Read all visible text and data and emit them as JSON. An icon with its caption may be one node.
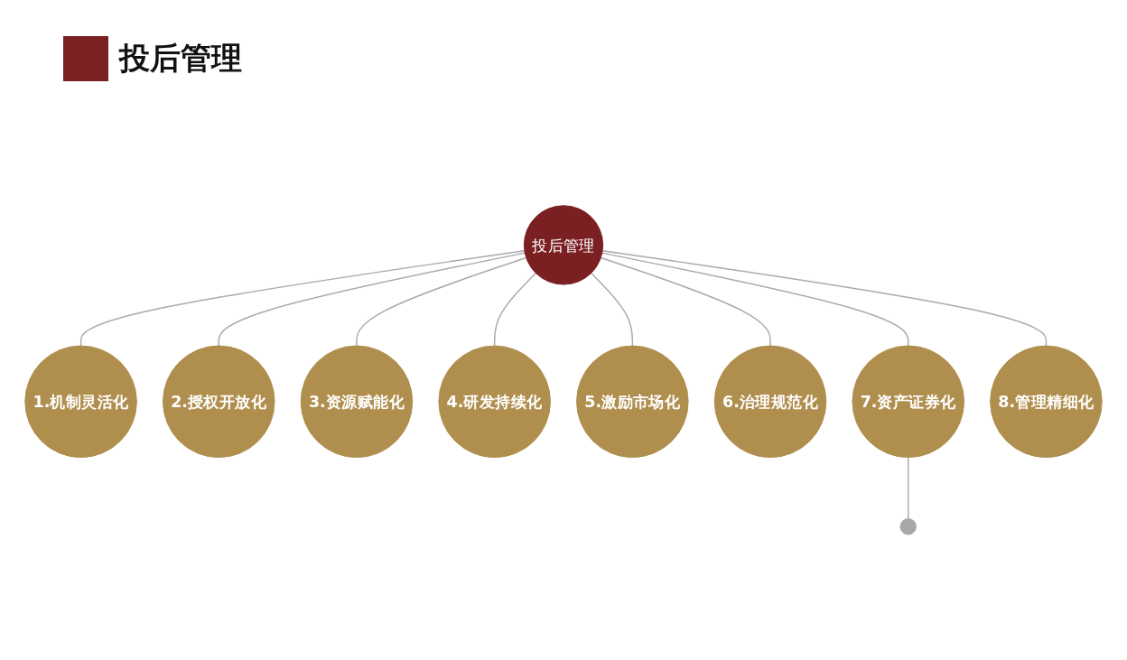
{
  "diagram": {
    "title": "投后管理",
    "nodes": [
      {
        "text": [
          "投后管理"
        ]
      },
      {
        "text": [
          "1.机制灵活化"
        ]
      },
      {
        "text": [
          "2.授权开放化"
        ]
      },
      {
        "text": [
          "3.资源赋能化"
        ]
      },
      {
        "text": [
          "4.研发持续化"
        ]
      },
      {
        "text": [
          "5.激励市场化"
        ]
      },
      {
        "text": [
          "6.治理规范化"
        ]
      },
      {
        "text": [
          "7.资产证券化"
        ]
      },
      {
        "text": [
          "8.管理精细化"
        ]
      },
      {
        "text": [],
        "shape": "circle"
      }
    ],
    "edges": [
      {
        "from": 0,
        "to": 1,
        "arrow": "none"
      },
      {
        "from": 0,
        "to": 2,
        "arrow": "none"
      },
      {
        "from": 0,
        "to": 3,
        "arrow": "none"
      },
      {
        "from": 0,
        "to": 4,
        "arrow": "none"
      },
      {
        "from": 0,
        "to": 5,
        "arrow": "none"
      },
      {
        "from": 0,
        "to": 6,
        "arrow": "none"
      },
      {
        "from": 0,
        "to": 7,
        "arrow": "none"
      },
      {
        "from": 0,
        "to": 8,
        "arrow": "none"
      },
      {
        "from": 7,
        "to": 9,
        "arrow": "none"
      }
    ]
  }
}
